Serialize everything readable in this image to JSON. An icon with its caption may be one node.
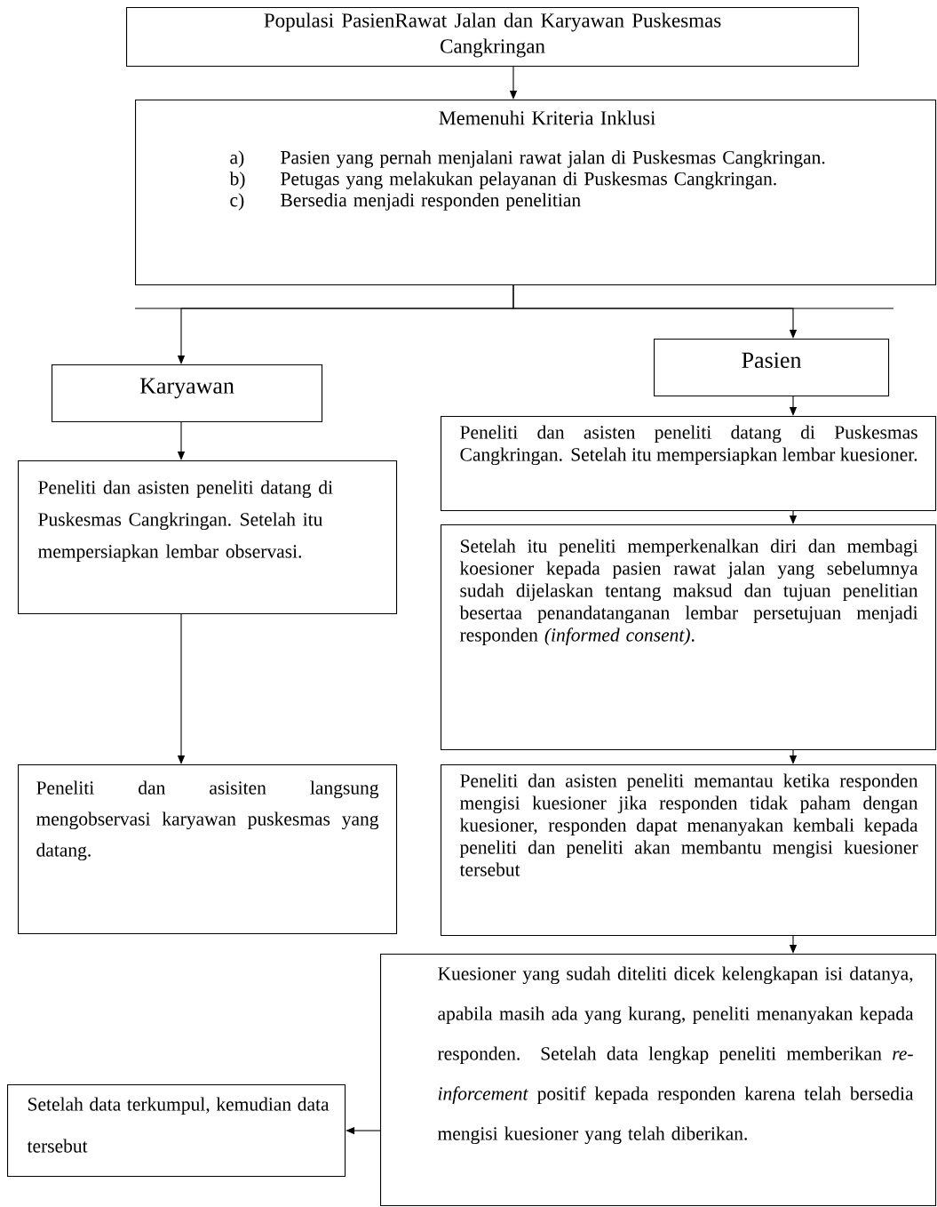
{
  "diagram": {
    "nodes": [
      {
        "text": [
          "Populasi PasienRawat Jalan dan Karyawan Puskesmas Cangkringan"
        ]
      },
      {
        "text": [
          "Memenuhi Kriteria Inklusi",
          "a)",
          "Pasien yang pernah menjalani rawat jalan di Puskesmas Cangkringan.",
          "b)",
          "Petugas yang melakukan pelayanan di Puskesmas Cangkringan.",
          "c)",
          "Bersedia menjadi responden penelitian"
        ]
      },
      {
        "text": [
          "Karyawan"
        ]
      },
      {
        "text": [
          "Pasien"
        ]
      },
      {
        "text": [
          "Peneliti dan asisten peneliti datang di Puskesmas Cangkringan. Setelah itu mempersiapkan lembar observasi."
        ]
      },
      {
        "text": [
          "Peneliti dan asisiten langsung mengobservasi karyawan puskesmas yang datang."
        ]
      },
      {
        "text": [
          "Peneliti dan asisten peneliti datang di Puskesmas Cangkringan. Setelah itu mempersiapkan lembar kuesioner."
        ]
      },
      {
        "text": [
          "Setelah itu peneliti memperkenalkan diri dan membagi koesioner kepada pasien rawat jalan yang sebelumnya sudah dijelaskan tentang maksud dan tujuan penelitian besertaa penandatanganan lembar persetujuan menjadi responden *(informed consent)*."
        ]
      },
      {
        "text": [
          "Peneliti dan asisten peneliti memantau ketika responden mengisi kuesioner jika responden tidak paham dengan kuesioner, responden dapat menanyakan kembali kepada peneliti dan peneliti akan membantu mengisi kuesioner tersebut"
        ]
      },
      {
        "text": [
          "Kuesioner yang sudah diteliti dicek kelengkapan isi datanya, apabila masih ada yang kurang, peneliti menanyakan kepada responden. Setelah data lengkap peneliti memberikan *re-inforcement* positif kepada responden karena telah bersedia mengisi kuesioner yang telah diberikan."
        ]
      },
      {
        "text": [
          "Setelah data terkumpul, kemudian data tersebut"
        ]
      }
    ],
    "edges": [
      {
        "from": 0,
        "to": 1,
        "arrow": "to"
      },
      {
        "from": 1,
        "to": 2,
        "arrow": "to"
      },
      {
        "from": 1,
        "to": 3,
        "arrow": "to"
      },
      {
        "from": 2,
        "to": 4,
        "arrow": "to"
      },
      {
        "from": 4,
        "to": 5,
        "arrow": "to"
      },
      {
        "from": 3,
        "to": 6,
        "arrow": "to"
      },
      {
        "from": 6,
        "to": 7,
        "arrow": "to"
      },
      {
        "from": 7,
        "to": 8,
        "arrow": "to"
      },
      {
        "from": 8,
        "to": 9,
        "arrow": "to"
      },
      {
        "from": 9,
        "to": 10,
        "arrow": "to"
      }
    ]
  }
}
